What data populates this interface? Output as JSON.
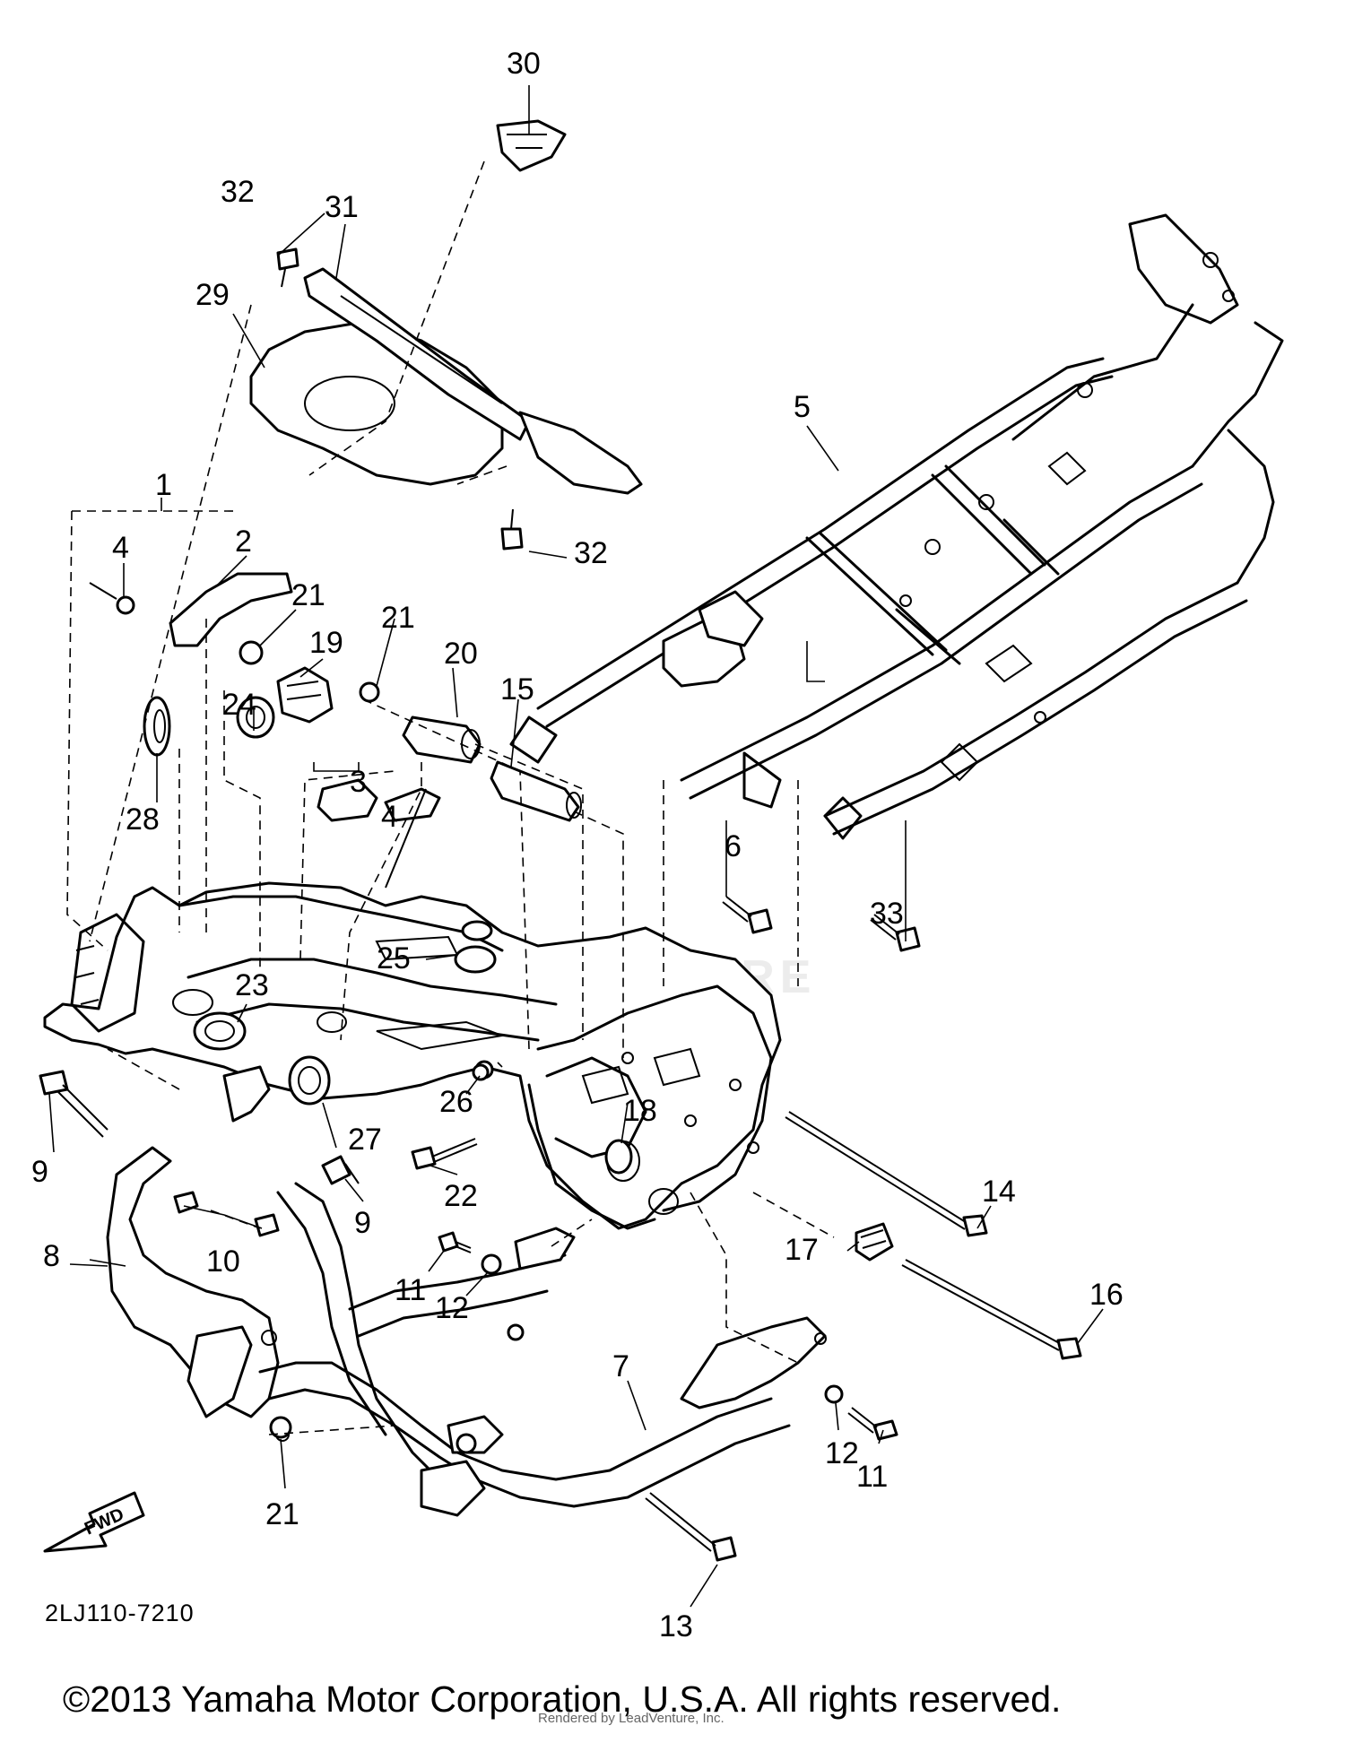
{
  "diagram": {
    "drawing_code": "2LJ110-7210",
    "copyright": "©2013 Yamaha Motor Corporation, U.S.A. All rights reserved.",
    "watermark_footer": "Rendered by LeadVenture, Inc.",
    "watermark_brand": "VENTURE",
    "direction_arrow_text": "FWD",
    "part_labels": [
      "1",
      "2",
      "3",
      "4",
      "4",
      "5",
      "6",
      "7",
      "8",
      "9",
      "9",
      "10",
      "11",
      "11",
      "12",
      "12",
      "13",
      "14",
      "15",
      "16",
      "17",
      "18",
      "19",
      "20",
      "21",
      "21",
      "21",
      "22",
      "23",
      "24",
      "25",
      "26",
      "27",
      "28",
      "29",
      "30",
      "31",
      "32",
      "32",
      "33"
    ]
  }
}
